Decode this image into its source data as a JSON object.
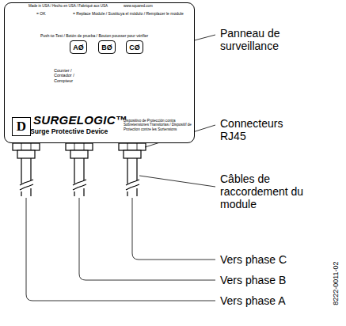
{
  "diagram": {
    "nodes": [
      {
        "text": [
          "Made in USA / Hecho en USA / Fabriqué aux USA",
          "www.squared.com",
          "= OK",
          "= Replace Module / Sustituya el módulo / Remplacer le module",
          "Push-to-Test / Botón de prueba / Bouton pousser pour vérifier",
          "Counter / Contador / Compteur",
          "SURGELOGIC™",
          "Surge Protective Device",
          "Dispositivo de Protección contra Sobretensiones Transitorias / Dispositif de Protection contre les Surtensions"
        ]
      },
      {
        "text": [
          "AØ"
        ],
        "in": 0
      },
      {
        "text": [
          "BØ"
        ],
        "in": 0
      },
      {
        "text": [
          "CØ"
        ],
        "in": 0
      },
      {
        "text": [
          "D"
        ],
        "in": 0
      }
    ],
    "labels": [
      "Panneau de surveillance",
      "Connecteurs RJ45",
      "Câbles de raccordement du module",
      "Vers phase C",
      "Vers phase B",
      "Vers phase A",
      "8222-0011-02"
    ]
  }
}
